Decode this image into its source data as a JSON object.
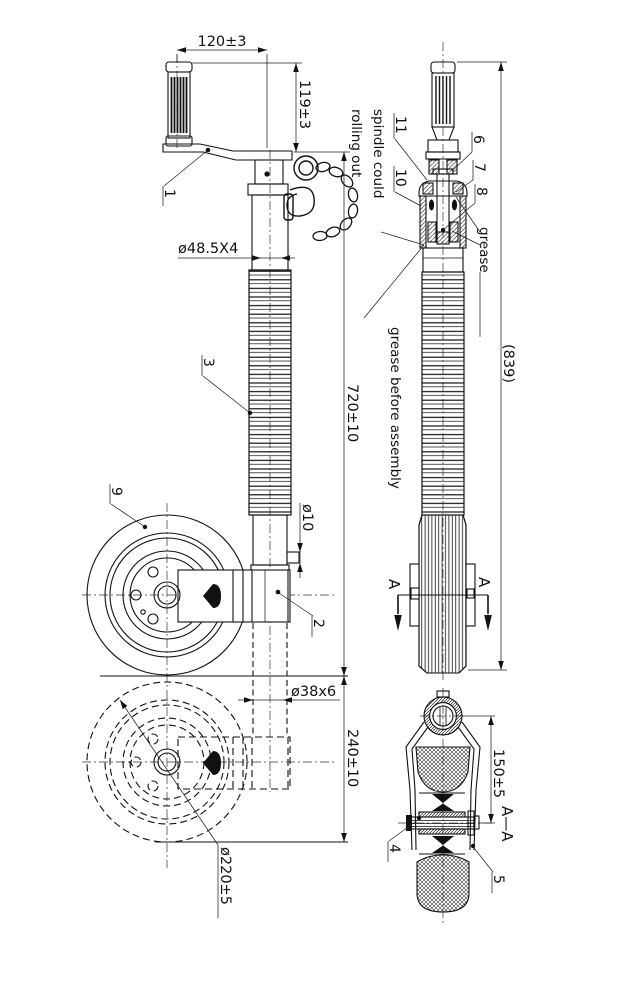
{
  "drawing": {
    "dims": {
      "crank_width": "120±3",
      "handle_drop": "119±3",
      "outer_tube": "ø48.5X4",
      "extended": "720±10",
      "stroke": "240±10",
      "overall": "(839)",
      "pin": "ø10",
      "inner_tube": "ø38x6",
      "wheel_dia": "ø220±5",
      "section_height": "150±5"
    },
    "notes": {
      "spindle_line1": "spindle could",
      "spindle_line2": "rolling out",
      "grease": "grease",
      "grease_assembly": "grease before assembly"
    },
    "section_label": "A—A",
    "section_marker": "A",
    "parts": {
      "p1": "1",
      "p2": "2",
      "p3": "3",
      "p4": "4",
      "p5": "5",
      "p6": "6",
      "p7": "7",
      "p8": "8",
      "p9": "9",
      "p10": "10",
      "p11": "11"
    }
  }
}
